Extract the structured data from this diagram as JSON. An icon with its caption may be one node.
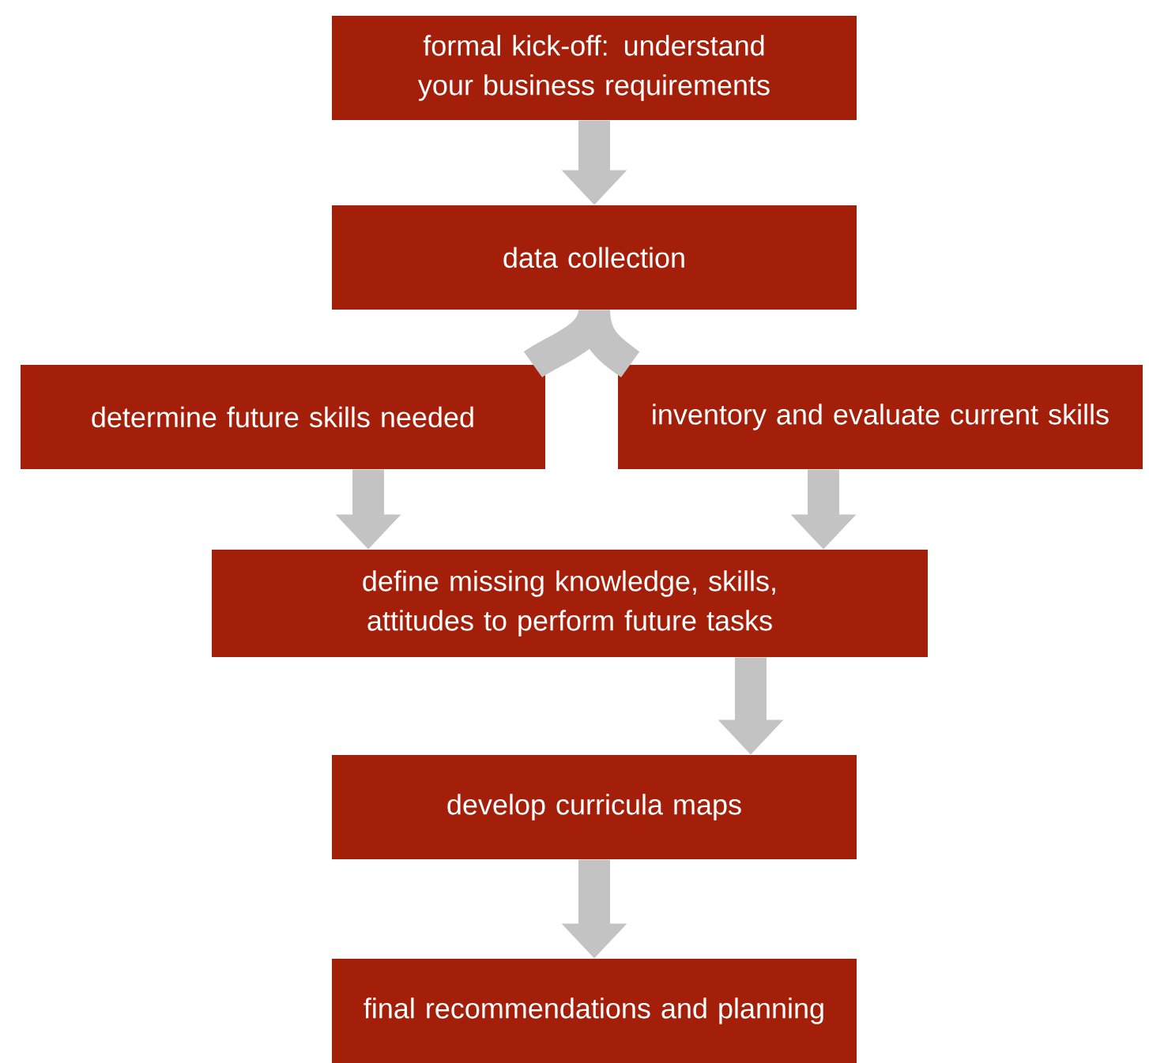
{
  "diagram": {
    "nodes": [
      {
        "text": [
          "formal kick-off: understand your business requirements"
        ]
      },
      {
        "text": [
          "data collection"
        ]
      },
      {
        "text": [
          "determine future skills needed"
        ]
      },
      {
        "text": [
          "inventory and evaluate current skills"
        ]
      },
      {
        "text": [
          "define missing knowledge, skills, attitudes to perform future tasks"
        ]
      },
      {
        "text": [
          "develop curricula maps"
        ]
      },
      {
        "text": [
          "final recommendations and planning"
        ]
      }
    ],
    "edges": [
      {
        "from": 0,
        "to": 1,
        "arrow": "to"
      },
      {
        "from": 1,
        "to": 2,
        "arrow": "none"
      },
      {
        "from": 1,
        "to": 3,
        "arrow": "none"
      },
      {
        "from": 2,
        "to": 4,
        "arrow": "to"
      },
      {
        "from": 3,
        "to": 4,
        "arrow": "to"
      },
      {
        "from": 4,
        "to": 5,
        "arrow": "to"
      },
      {
        "from": 5,
        "to": 6,
        "arrow": "to"
      }
    ]
  }
}
